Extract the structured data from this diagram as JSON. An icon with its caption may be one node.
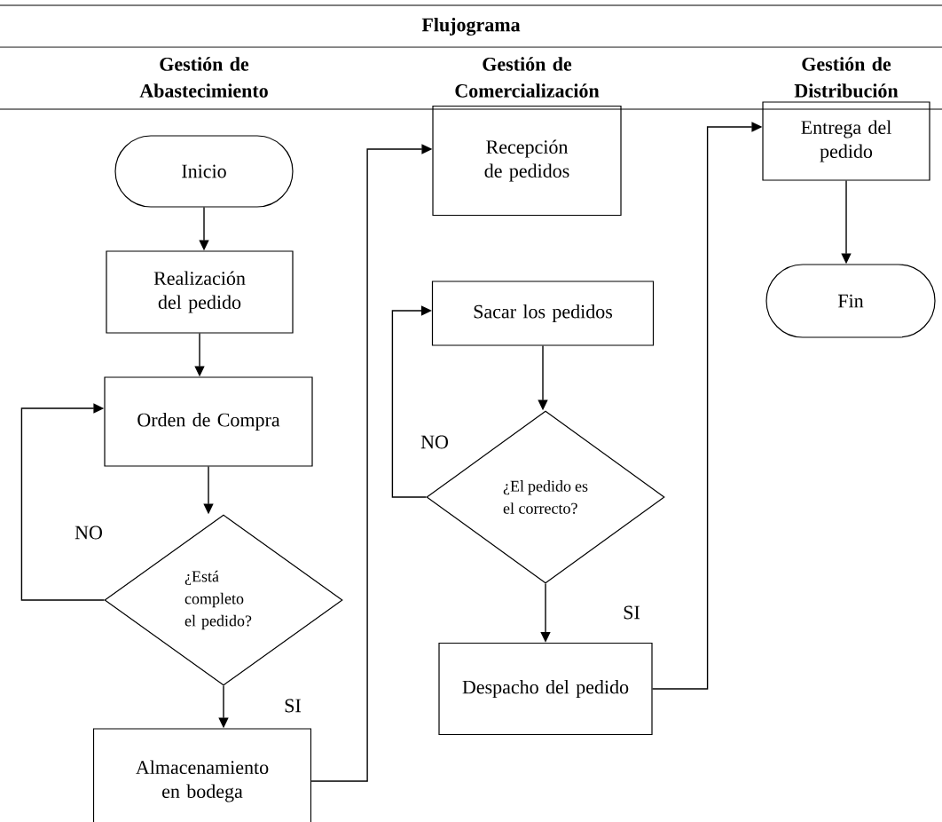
{
  "diagram": {
    "title": "Flujograma",
    "nodes": [
      {
        "text": [
          "Inicio"
        ]
      },
      {
        "text": [
          "Realización del pedido"
        ]
      },
      {
        "text": [
          "Orden de Compra"
        ]
      },
      {
        "text": [
          "¿Está completo el pedido?"
        ]
      },
      {
        "text": [
          "Almacenamiento en bodega"
        ]
      },
      {
        "text": [
          "Recepción de pedidos"
        ]
      },
      {
        "text": [
          "Sacar los pedidos"
        ]
      },
      {
        "text": [
          "¿El pedido es el correcto?"
        ]
      },
      {
        "text": [
          "Despacho del pedido"
        ]
      },
      {
        "text": [
          "Entrega del pedido"
        ]
      },
      {
        "text": [
          "Fin"
        ]
      }
    ],
    "edges": [
      {
        "from": 0,
        "to": 1,
        "arrow": "to"
      },
      {
        "from": 1,
        "to": 2,
        "arrow": "to"
      },
      {
        "from": 2,
        "to": 3,
        "arrow": "to"
      },
      {
        "from": 3,
        "to": 2,
        "arrow": "to",
        "label": "NO"
      },
      {
        "from": 3,
        "to": 4,
        "arrow": "to",
        "label": "SI"
      },
      {
        "from": 4,
        "to": 5,
        "arrow": "to"
      },
      {
        "from": 6,
        "to": 7,
        "arrow": "to"
      },
      {
        "from": 7,
        "to": 6,
        "arrow": "to",
        "label": "NO"
      },
      {
        "from": 7,
        "to": 8,
        "arrow": "to",
        "label": "SI"
      },
      {
        "from": 8,
        "to": 9,
        "arrow": "to"
      },
      {
        "from": 9,
        "to": 10,
        "arrow": "to"
      }
    ],
    "labels": [
      "Gestión de Abastecimiento",
      "Gestión de Comercialización",
      "Gestión de Distribución"
    ]
  }
}
